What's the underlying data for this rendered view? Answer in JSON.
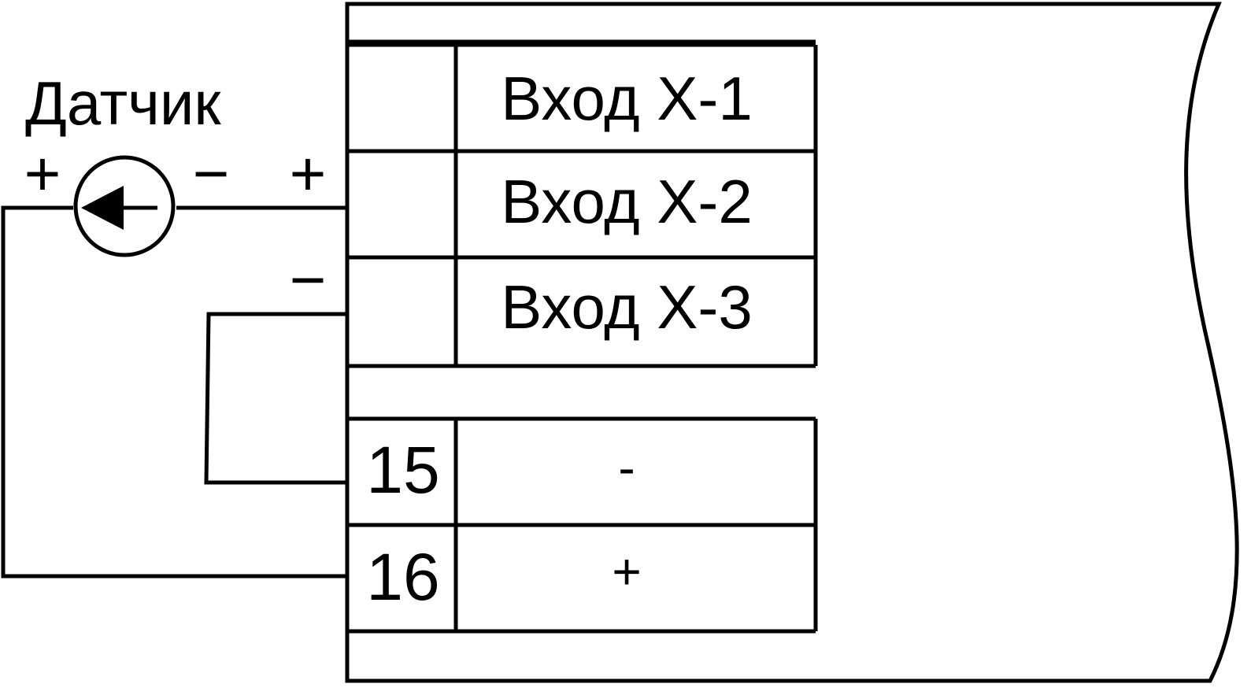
{
  "sensor": {
    "label": "Датчик",
    "plus_left": "+",
    "minus_right": "−",
    "icon": "current-source-arrow-left-icon"
  },
  "line_polarity": {
    "upper_plus": "+",
    "lower_minus": "−"
  },
  "inputs": [
    {
      "label": "Вход Х-1"
    },
    {
      "label": "Вход Х-2"
    },
    {
      "label": "Вход Х-3"
    }
  ],
  "terminals": [
    {
      "number": "15",
      "label": "-"
    },
    {
      "number": "16",
      "label": "+"
    }
  ],
  "colors": {
    "stroke": "#000000",
    "background": "#ffffff"
  }
}
